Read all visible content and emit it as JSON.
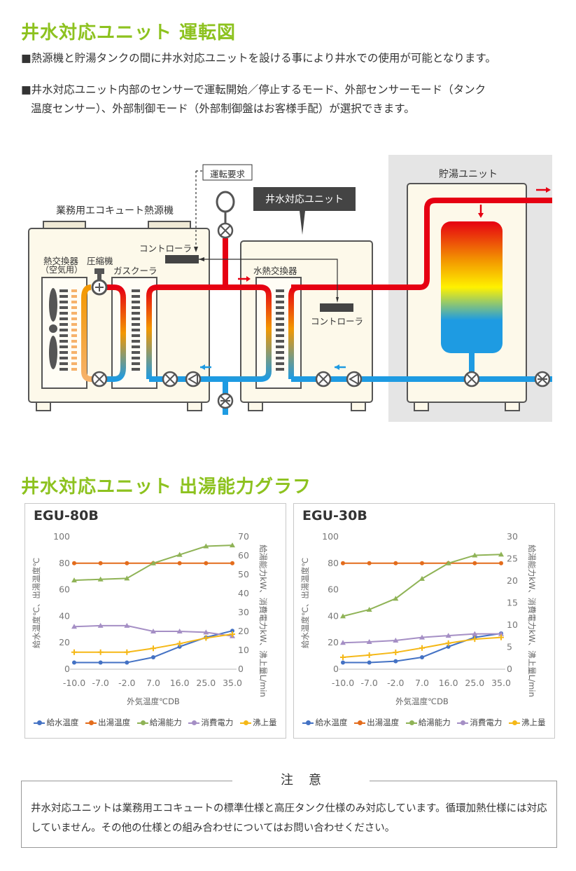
{
  "header": {
    "title": "井水対応ユニット 運転図",
    "bullet1": "■熱源機と貯湯タンクの間に井水対応ユニットを設ける事により井水での使用が可能となります。",
    "bullet2_line1": "■井水対応ユニット内部のセンサーで運転開始／停止するモード、外部センサーモード（タンク",
    "bullet2_line2": "温度センサー）、外部制御モード（外部制御盤はお客様手配）が選択できます。"
  },
  "diagram": {
    "heat_source_label": "業務用エコキュート熱源機",
    "storage_label": "貯湯ユニット",
    "well_unit_label": "井水対応ユニット",
    "run_request_label": "運転要求",
    "controller_label_1": "コントローラ",
    "controller_label_2": "コントローラ",
    "heat_exchanger_air": "熱交換器",
    "heat_exchanger_air_sub": "（空気用）",
    "compressor": "圧縮機",
    "gas_cooler": "ガスクーラ",
    "water_heat_exchanger": "水熱交換器",
    "hot_color": "#e60012",
    "cold_color": "#1e9be2",
    "tank_gradient": [
      "#e60012",
      "#f39800",
      "#fff100",
      "#1e9be2"
    ]
  },
  "section2": {
    "title": "井水対応ユニット 出湯能力グラフ"
  },
  "legend": {
    "items": [
      "給水温度",
      "出湯温度",
      "給湯能力",
      "消費電力",
      "沸上量"
    ],
    "colors": [
      "#4472c4",
      "#e36c1c",
      "#8fb356",
      "#a58fc5",
      "#f5b817"
    ]
  },
  "chart_data": [
    {
      "type": "line",
      "title": "EGU-80B",
      "x": [
        "-10.0",
        "-7.0",
        "-2.0",
        "7.0",
        "16.0",
        "25.0",
        "35.0"
      ],
      "xlabel": "外気温度℃DB",
      "ylabel_left": "給水温度℃、出湯温度℃",
      "ylabel_right": "給湯能力kW、消費電力kW、沸上量L/min",
      "ylim_left": [
        0,
        100
      ],
      "yticks_left": [
        "0",
        "20",
        "40",
        "60",
        "80",
        "100"
      ],
      "ylim_right": [
        0,
        70
      ],
      "yticks_right": [
        "0",
        "10",
        "20",
        "30",
        "40",
        "50",
        "60",
        "70"
      ],
      "series": [
        {
          "name": "給水温度",
          "axis": "left",
          "values": [
            5,
            5,
            5,
            9,
            17,
            24,
            29
          ]
        },
        {
          "name": "出湯温度",
          "axis": "left",
          "values": [
            80,
            80,
            80,
            80,
            80,
            80,
            80
          ]
        },
        {
          "name": "給湯能力",
          "axis": "right",
          "values": [
            47,
            47.5,
            48,
            56,
            60.5,
            65,
            65.5
          ]
        },
        {
          "name": "消費電力",
          "axis": "right",
          "values": [
            22.5,
            23,
            23,
            20,
            20,
            19.5,
            17.5
          ]
        },
        {
          "name": "沸上量",
          "axis": "right",
          "values": [
            9,
            9,
            9,
            11,
            13.5,
            16.5,
            18.5
          ]
        }
      ]
    },
    {
      "type": "line",
      "title": "EGU-30B",
      "x": [
        "-10.0",
        "-7.0",
        "-2.0",
        "7.0",
        "16.0",
        "25.0",
        "35.0"
      ],
      "xlabel": "外気温度℃DB",
      "ylabel_left": "給水温度℃、出湯温度℃",
      "ylabel_right": "給湯能力kW、消費電力kW、沸上量L/min",
      "ylim_left": [
        0,
        100
      ],
      "yticks_left": [
        "0",
        "20",
        "40",
        "60",
        "80",
        "100"
      ],
      "ylim_right": [
        0,
        30
      ],
      "yticks_right": [
        "0",
        "5",
        "10",
        "15",
        "20",
        "25",
        "30"
      ],
      "series": [
        {
          "name": "給水温度",
          "axis": "left",
          "values": [
            5,
            5,
            6,
            9,
            17,
            24,
            27
          ]
        },
        {
          "name": "出湯温度",
          "axis": "left",
          "values": [
            80,
            80,
            80,
            80,
            80,
            80,
            80
          ]
        },
        {
          "name": "給湯能力",
          "axis": "right",
          "values": [
            12,
            13.5,
            16,
            20.5,
            24,
            25.8,
            26
          ]
        },
        {
          "name": "消費電力",
          "axis": "right",
          "values": [
            6,
            6.2,
            6.5,
            7.2,
            7.6,
            8,
            8
          ]
        },
        {
          "name": "沸上量",
          "axis": "right",
          "values": [
            2.7,
            3.2,
            3.8,
            4.8,
            5.9,
            6.8,
            7.2
          ]
        }
      ]
    }
  ],
  "note": {
    "title": "注意",
    "text": "井水対応ユニットは業務用エコキュートの標準仕様と高圧タンク仕様のみ対応しています。循環加熱仕様には対応していません。その他の仕様との組み合わせについてはお問い合わせください。"
  }
}
